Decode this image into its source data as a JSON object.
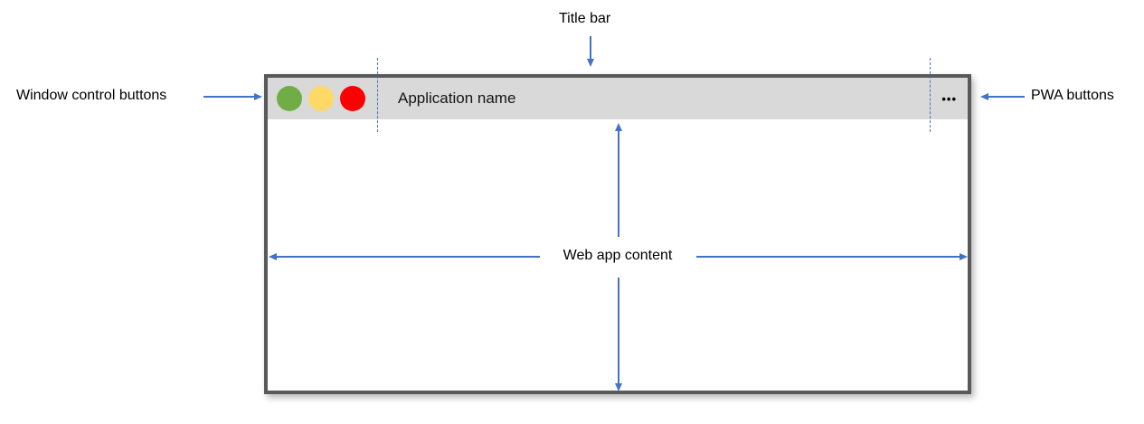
{
  "diagram": {
    "annotations": {
      "title_bar": "Title bar",
      "window_controls": "Window control buttons",
      "pwa_buttons": "PWA buttons",
      "web_app_content": "Web app content"
    },
    "window": {
      "app_name": "Application name",
      "pwa_menu_glyph": "•••",
      "controls": [
        {
          "name": "green",
          "color": "#70AD47"
        },
        {
          "name": "yellow",
          "color": "#FFD966"
        },
        {
          "name": "red",
          "color": "#FF0000"
        }
      ]
    },
    "colors": {
      "accent_blue": "#4472C4",
      "window_border": "#595959",
      "titlebar_bg": "#D9D9D9",
      "content_bg": "#FFFFFF"
    }
  }
}
